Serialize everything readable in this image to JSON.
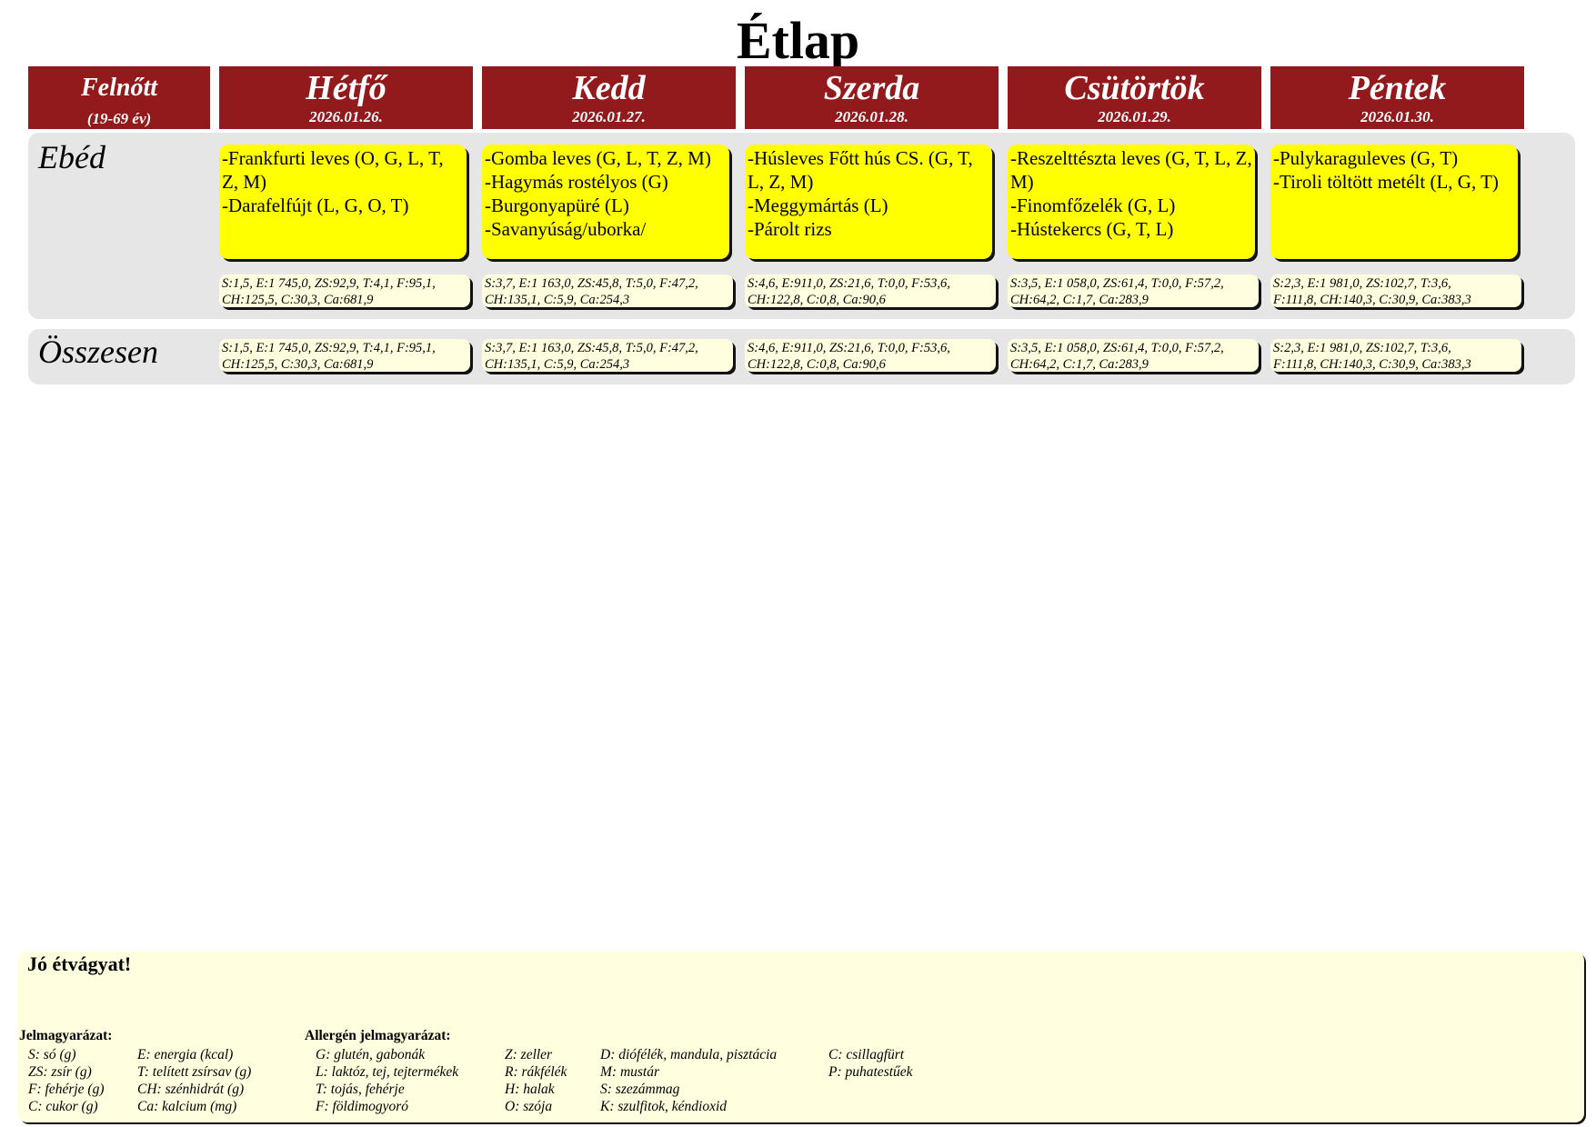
{
  "title": "Étlap",
  "group": {
    "label": "Felnőtt",
    "age": "(19-69 év)"
  },
  "days": [
    {
      "name": "Hétfő",
      "date": "2026.01.26.",
      "menu": [
        "-Frankfurti leves (O, G, L, T, Z, M)",
        "-Darafelfújt (L, G, O, T)"
      ],
      "nutrition_line1": "S:1,5, E:1 745,0, ZS:92,9, T:4,1, F:95,1,",
      "nutrition_line2": "CH:125,5, C:30,3, Ca:681,9"
    },
    {
      "name": "Kedd",
      "date": "2026.01.27.",
      "menu": [
        "-Gomba leves (G, L, T, Z, M)",
        "-Hagymás rostélyos (G)",
        "-Burgonyapüré (L)",
        "-Savanyúság/uborka/"
      ],
      "nutrition_line1": "S:3,7, E:1 163,0, ZS:45,8, T:5,0, F:47,2,",
      "nutrition_line2": "CH:135,1, C:5,9, Ca:254,3"
    },
    {
      "name": "Szerda",
      "date": "2026.01.28.",
      "menu": [
        "-Húsleves  Főtt hús CS. (G, T, L, Z, M)",
        "-Meggymártás (L)",
        "-Párolt rizs"
      ],
      "nutrition_line1": "S:4,6, E:911,0, ZS:21,6, T:0,0, F:53,6,",
      "nutrition_line2": "CH:122,8, C:0,8, Ca:90,6"
    },
    {
      "name": "Csütörtök",
      "date": "2026.01.29.",
      "menu": [
        "-Reszelttészta leves (G, T, L, Z, M)",
        "-Finomfőzelék (G, L)",
        "-Hústekercs (G, T, L)"
      ],
      "nutrition_line1": "S:3,5, E:1 058,0, ZS:61,4, T:0,0, F:57,2,",
      "nutrition_line2": "CH:64,2, C:1,7, Ca:283,9"
    },
    {
      "name": "Péntek",
      "date": "2026.01.30.",
      "menu": [
        "-Pulykaraguleves (G, T)",
        "-Tiroli töltött metélt (L, G, T)"
      ],
      "nutrition_line1": "S:2,3, E:1 981,0, ZS:102,7, T:3,6,",
      "nutrition_line2": "F:111,8, CH:140,3, C:30,9, Ca:383,3"
    }
  ],
  "rows": {
    "lunch": "Ebéd",
    "total": "Összesen"
  },
  "footer": {
    "greeting": "Jó étvágyat!",
    "legend_title": "Jelmagyarázat:",
    "allergen_title": "Allergén jelmagyarázat:",
    "legend_cols": [
      [
        "S: só (g)",
        "ZS: zsír (g)",
        "F: fehérje (g)",
        "C: cukor (g)"
      ],
      [
        "E: energia (kcal)",
        "T: telített zsírsav (g)",
        "CH: szénhidrát (g)",
        "Ca: kalcium (mg)"
      ]
    ],
    "allergen_cols": [
      [
        "G: glutén, gabonák",
        "L: laktóz, tej, tejtermékek",
        "T: tojás, fehérje",
        "F: földimogyoró"
      ],
      [
        "Z: zeller",
        "R: rákfélék",
        "H: halak",
        "O: szója"
      ],
      [
        "D: diófélék, mandula, pisztácia",
        "M: mustár",
        "S: szezámmag",
        "K: szulfitok, kéndioxid"
      ],
      [
        "C: csillagfürt",
        "P: puhatestűek"
      ]
    ]
  },
  "colors": {
    "header": "#931a1c",
    "menu": "#ffff00",
    "nutrition": "#ffffe0",
    "band": "#e6e6e6"
  }
}
